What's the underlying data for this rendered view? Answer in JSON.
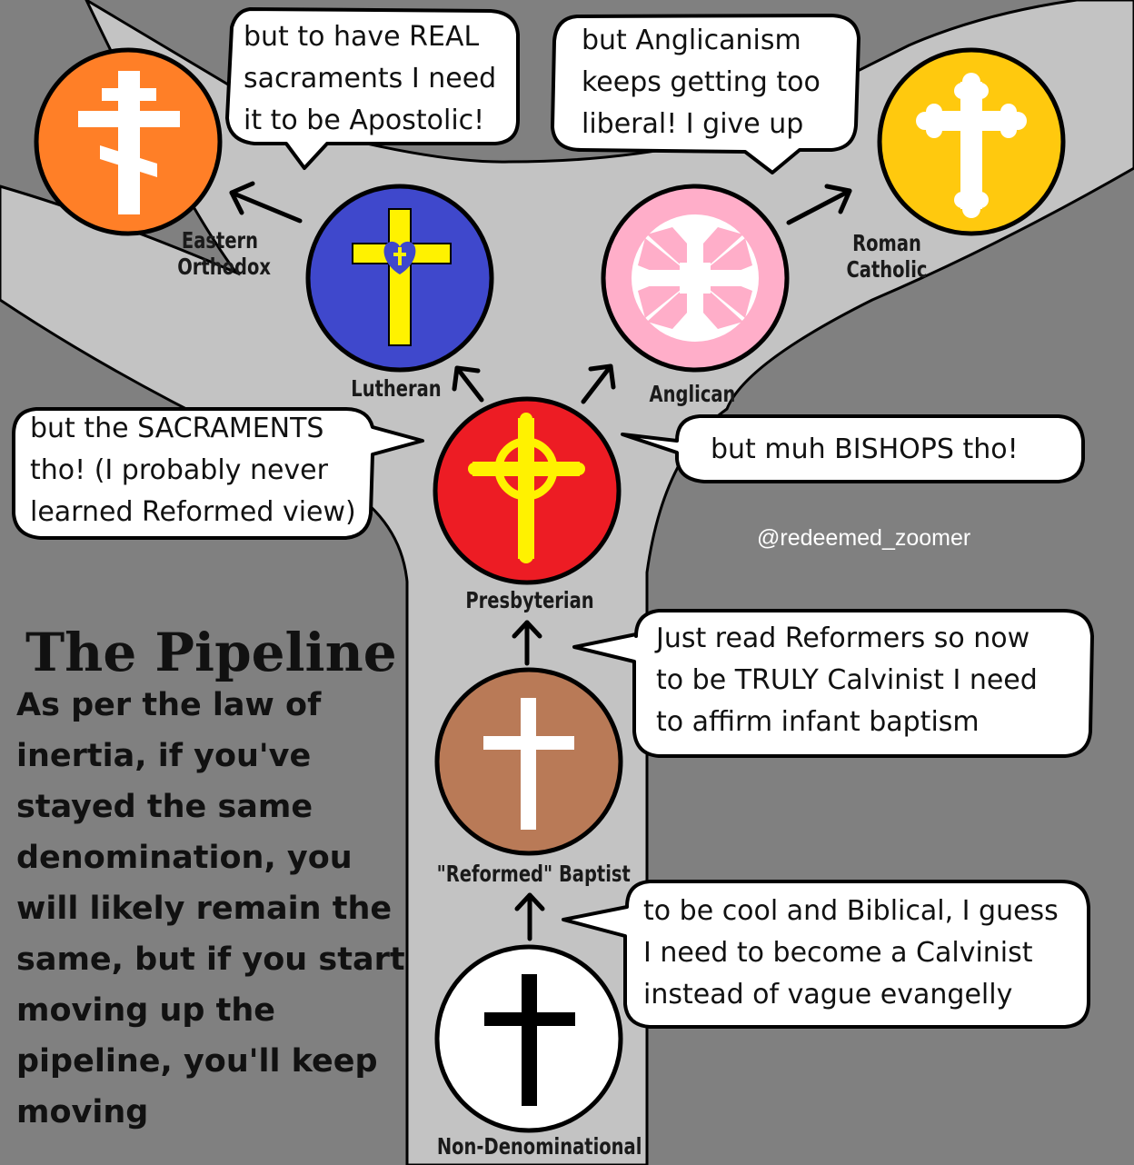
{
  "title": "The Pipeline",
  "description": "As per the law of inertia, if you've stayed the same denomination, you will likely remain the same, but if you start moving up the pipeline, you'll keep moving",
  "credit": "@redeemed_zoomer",
  "colors": {
    "background": "#808080",
    "pipe": "#c3c3c3",
    "eastern_orthodox": "#ff7f27",
    "lutheran": "#3f48cc",
    "anglican": "#ffaec9",
    "roman_catholic": "#ffc90e",
    "presbyterian": "#ed1c24",
    "reformed_baptist": "#b97a57",
    "non_denominational": "#ffffff"
  },
  "denominations": {
    "eastern_orthodox": {
      "line1": "Eastern",
      "line2": "Orthodox",
      "icon": "orthodox-cross-icon"
    },
    "lutheran": {
      "label": "Lutheran",
      "icon": "luther-rose-cross-icon"
    },
    "anglican": {
      "label": "Anglican",
      "icon": "canterbury-cross-icon"
    },
    "roman_catholic": {
      "line1": "Roman",
      "line2": "Catholic",
      "icon": "budded-cross-icon"
    },
    "presbyterian": {
      "label": "Presbyterian",
      "icon": "celtic-cross-icon"
    },
    "reformed_baptist": {
      "label": "\"Reformed\" Baptist",
      "icon": "latin-cross-icon"
    },
    "non_denominational": {
      "label": "Non-Denominational",
      "icon": "latin-cross-icon"
    }
  },
  "bubbles": {
    "orthodox": "but to have REAL\nsacraments I need\nit to be Apostolic!",
    "catholic": "but Anglicanism\nkeeps getting too\nliberal! I give up",
    "lutheran": "but the SACRAMENTS\ntho! (I probably never\nlearned Reformed view)",
    "anglican": "but muh BISHOPS tho!",
    "presbyterian": "Just read Reformers so now\nto be TRULY Calvinist I need\nto affirm infant baptism",
    "reformed_baptist": "to be cool and Biblical, I guess\nI need to become a Calvinist\ninstead of vague evangelly"
  }
}
